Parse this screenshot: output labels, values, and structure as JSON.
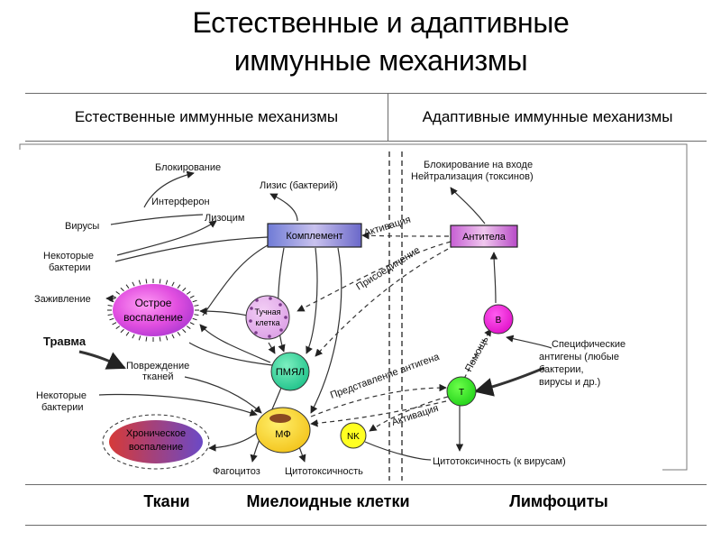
{
  "title": {
    "line1": "Естественные и  адаптивные",
    "line2": "иммунные механизмы"
  },
  "header": {
    "innate": "Естественные иммунные механизмы",
    "adaptive": "Адаптивные иммунные механизмы"
  },
  "footer": {
    "tissues": "Ткани",
    "myeloid": "Миелоидные клетки",
    "lymphocytes": "Лимфоциты"
  },
  "diagram": {
    "nodes": {
      "complement": "Комплемент",
      "antibodies": "Антитела",
      "mast_cell_1": "Тучная",
      "mast_cell_2": "клетка",
      "pmnl": "ПМЯЛ",
      "mf": "МФ",
      "nk": "NK",
      "b": "B",
      "t": "T",
      "acute_1": "Острое",
      "acute_2": "воспаление",
      "chronic_1": "Хроническое",
      "chronic_2": "воспаление"
    },
    "labels": {
      "blocking": "Блокирование",
      "interferon": "Интерферон",
      "viruses": "Вирусы",
      "lysozyme": "Лизоцим",
      "lysis": "Лизис  (бактерий)",
      "some_bacteria_1": "Некоторые",
      "some_bacteria_2": "бактерии",
      "healing": "Заживление",
      "trauma": "Травма",
      "damage_1": "Повреждение",
      "damage_2": "тканей",
      "some_bacteria2_1": "Некоторые",
      "some_bacteria2_2": "бактерии",
      "phagocytosis": "Фагоцитоз",
      "cytotoxicity": "Цитотоксичность",
      "entry_blocking": "Блокирование на входе",
      "neutralization": "Нейтрализация (токсинов)",
      "activation_top": "Активация",
      "attachment": "Присоединение",
      "antigen_presentation": "Представление антигена",
      "help": "Помощь",
      "activation_bottom": "Активация",
      "specific_1": "Специфические",
      "specific_2": "антигены (любые",
      "specific_3": "бактерии,",
      "specific_4": "вирусы и др.)",
      "virus_cytotoxicity": "Цитотоксичность (к вирусам)"
    }
  }
}
